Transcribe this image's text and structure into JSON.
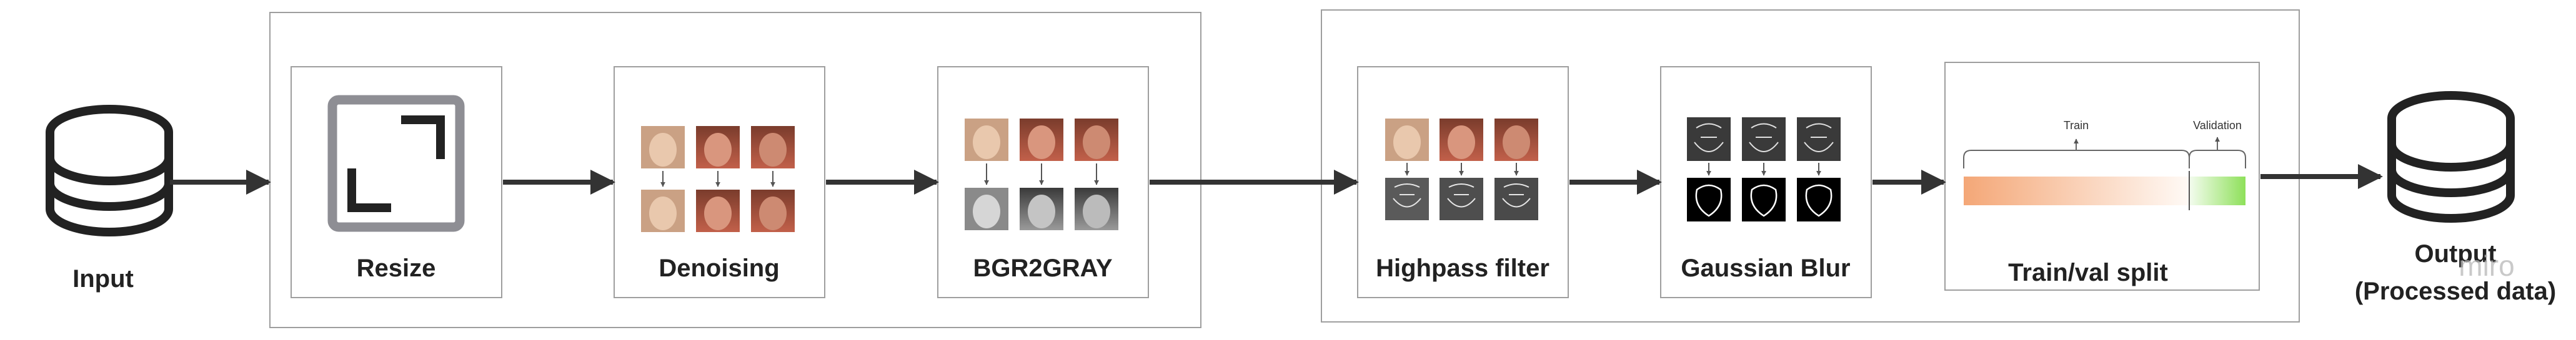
{
  "pipeline": {
    "input_label": "Input",
    "steps": [
      {
        "label": "Resize"
      },
      {
        "label": "Denoising"
      },
      {
        "label": "BGR2GRAY"
      },
      {
        "label": "Highpass filter"
      },
      {
        "label": "Gaussian Blur"
      },
      {
        "label": "Train/val split"
      }
    ],
    "output_label_line1": "Output",
    "output_label_line2": "(Processed data)"
  },
  "split": {
    "train_label": "Train",
    "validation_label": "Validation",
    "train_fraction": 0.8
  },
  "watermark": "miro",
  "colors": {
    "border": "#9e9e9e",
    "arrow": "#333333",
    "resize_icon": "#8e8e94",
    "train_bar": "#f4a777",
    "val_bar": "#8ee05a"
  }
}
